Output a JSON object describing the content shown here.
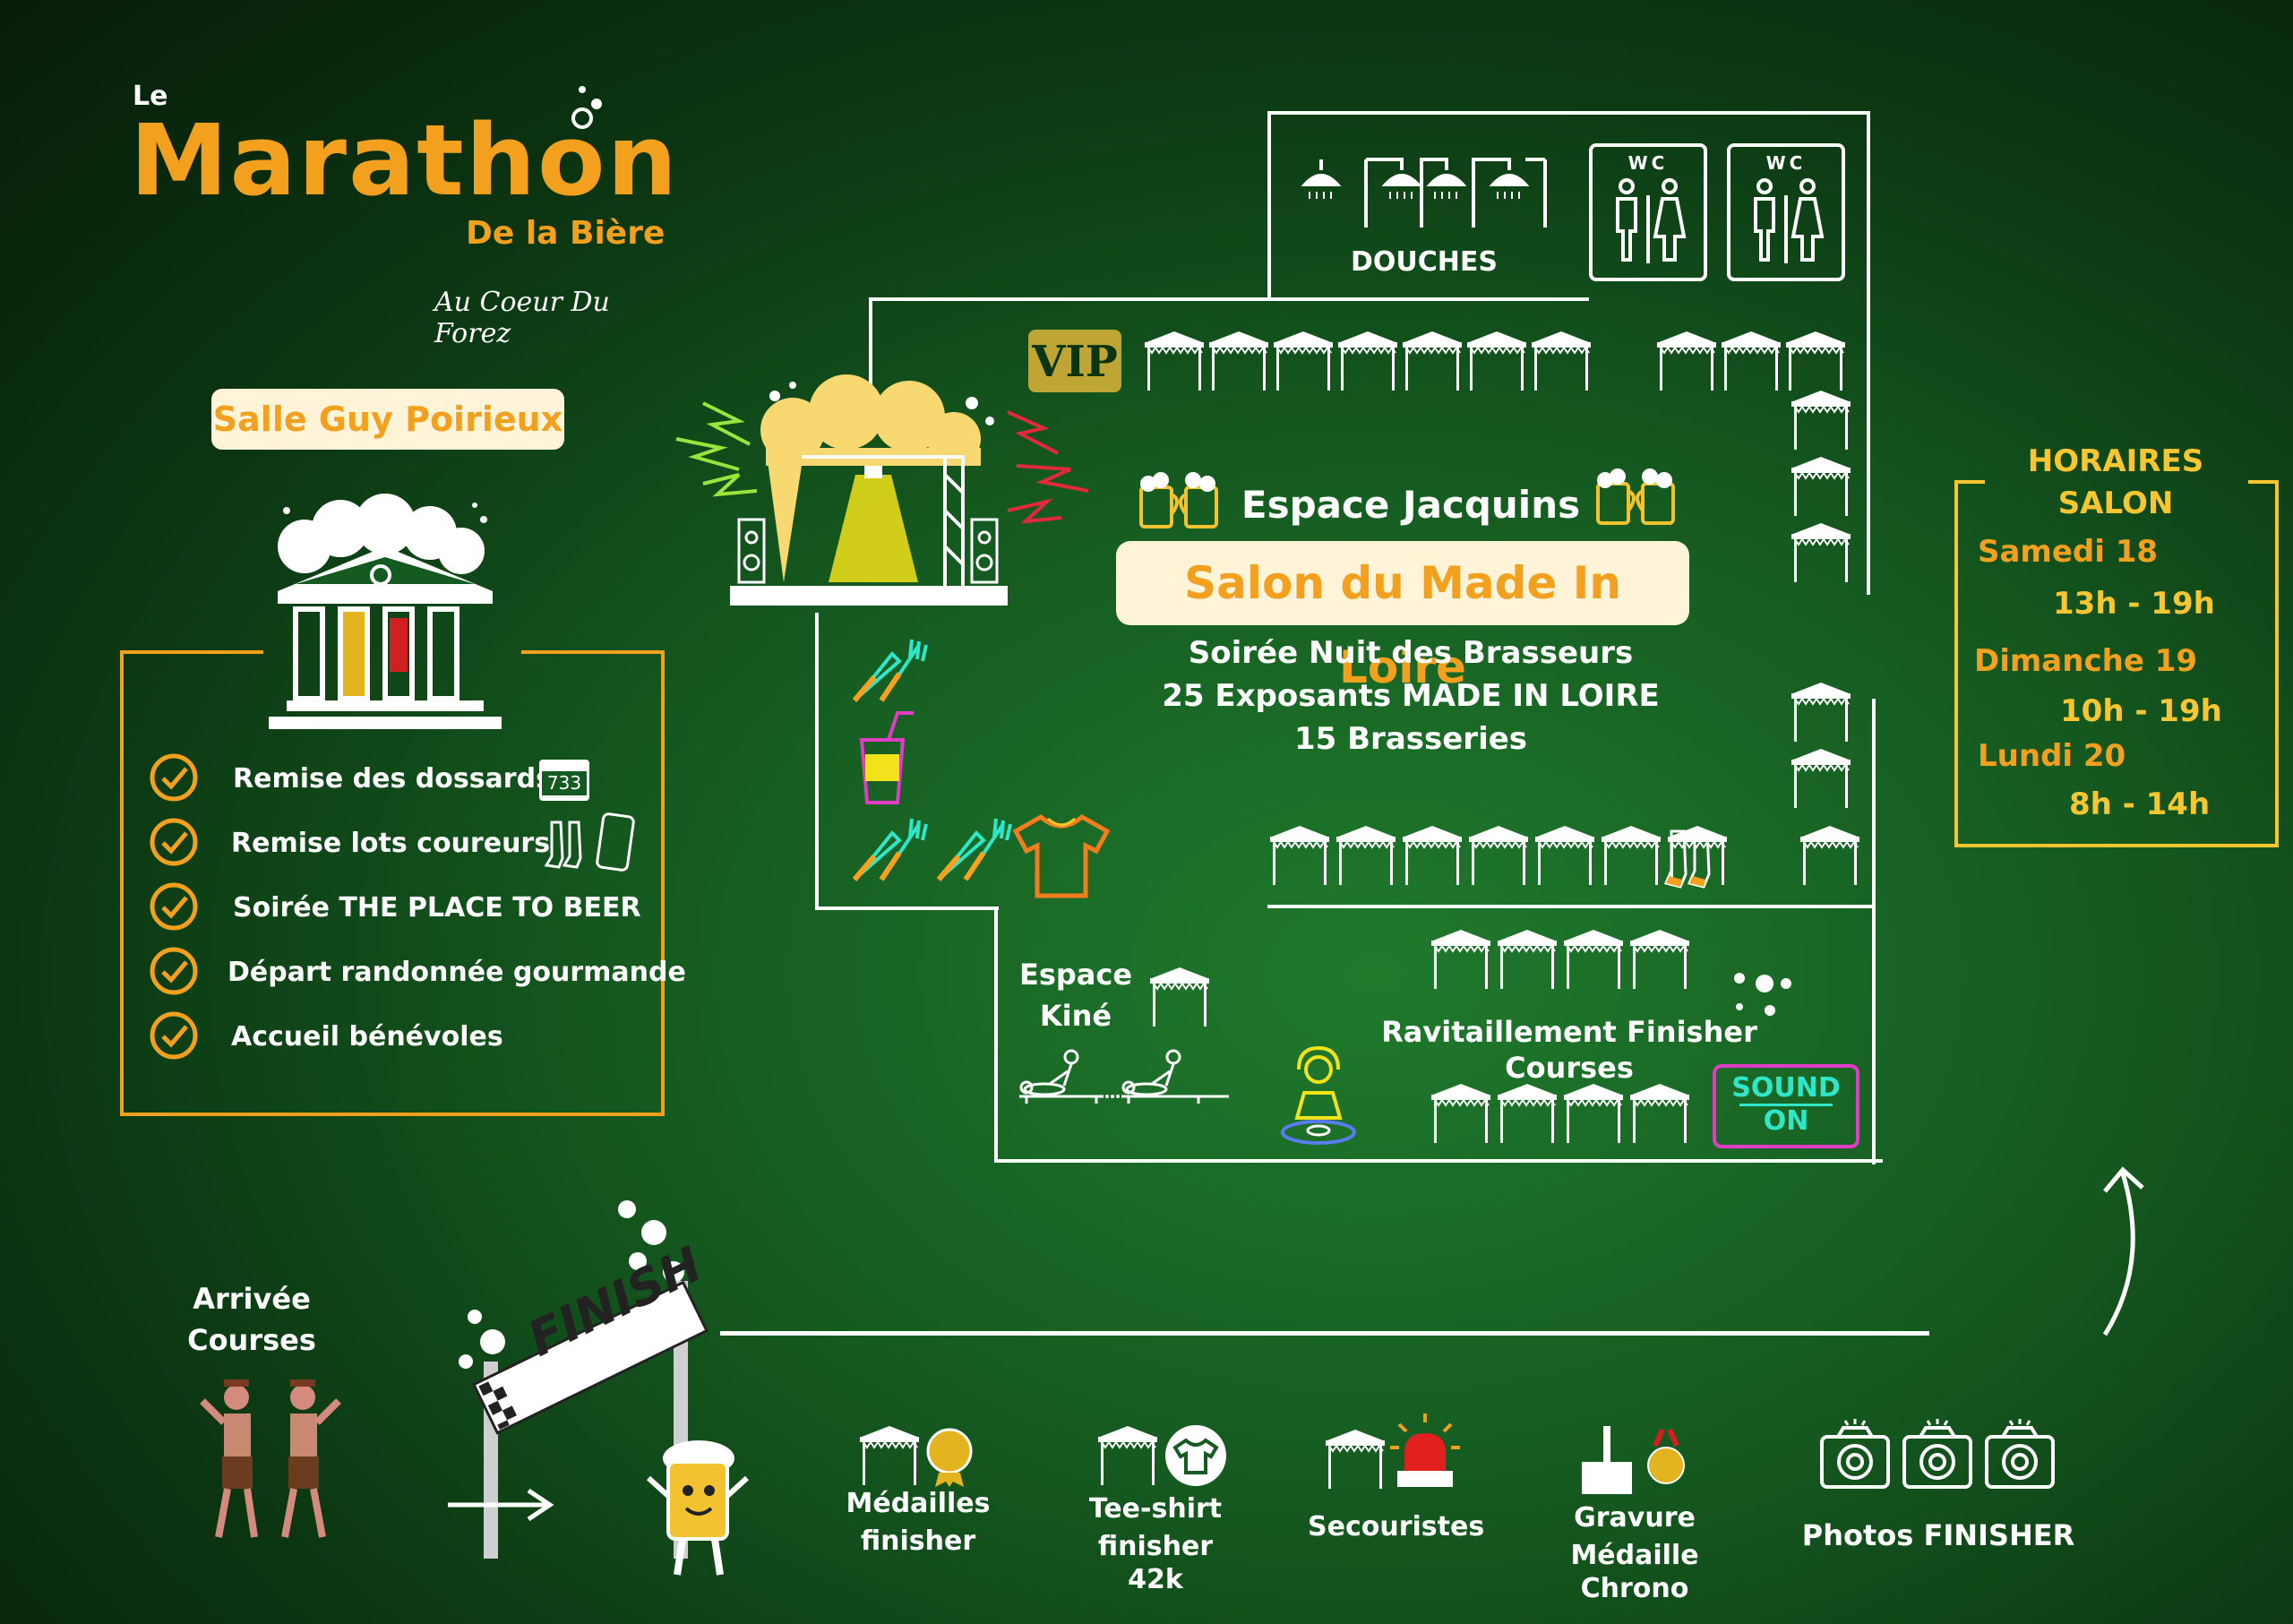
{
  "logo": {
    "le": "Le",
    "main": "Marathon",
    "sub": "De la Bière",
    "tagline": "Au Coeur Du Forez"
  },
  "salle": {
    "title": "Salle Guy Poirieux",
    "items": [
      {
        "label": "Remise des dossards",
        "icon": "bib-number-icon",
        "icon_text": "733"
      },
      {
        "label": "Remise lots coureurs",
        "icon": "socks-phone-icon"
      },
      {
        "label": "Soirée THE PLACE TO BEER",
        "icon": ""
      },
      {
        "label": "Départ randonnée gourmande",
        "icon": ""
      },
      {
        "label": "Accueil bénévoles",
        "icon": ""
      }
    ]
  },
  "map": {
    "douches": "DOUCHES",
    "wc": "WC",
    "vip": "VIP",
    "espace_jacquins": "Espace Jacquins",
    "salon": "Salon du Made In Loire",
    "details": [
      "Soirée Nuit des Brasseurs",
      "25 Exposants MADE IN LOIRE",
      "15 Brasseries"
    ],
    "espace_kine": [
      "Espace",
      "Kiné"
    ],
    "ravitaillement": "Ravitaillement Finisher Courses",
    "sound": [
      "SOUND",
      "ON"
    ]
  },
  "horaires": {
    "title": [
      "HORAIRES",
      "SALON"
    ],
    "days": [
      {
        "day": "Samedi 18",
        "hours": "13h - 19h"
      },
      {
        "day": "Dimanche 19",
        "hours": "10h - 19h"
      },
      {
        "day": "Lundi 20",
        "hours": "8h - 14h"
      }
    ]
  },
  "finish": {
    "arrivee": [
      "Arrivée",
      "Courses"
    ],
    "banner": "FINISH"
  },
  "services": [
    {
      "label": [
        "Médailles",
        "finisher"
      ],
      "icon": "medal-icon"
    },
    {
      "label": [
        "Tee-shirt",
        "finisher 42k"
      ],
      "icon": "tshirt-icon"
    },
    {
      "label": [
        "Secouristes",
        ""
      ],
      "icon": "siren-icon"
    },
    {
      "label": [
        "Gravure",
        "Médaille Chrono"
      ],
      "icon": "engraving-icon"
    },
    {
      "label": [
        "Photos FINISHER",
        ""
      ],
      "icon": "camera-icon"
    }
  ],
  "colors": {
    "orange": "#f2a01e",
    "yellow": "#f8c630",
    "green_bg": "#155a20",
    "magenta": "#e23cc7",
    "cyan": "#2ee6c8"
  }
}
